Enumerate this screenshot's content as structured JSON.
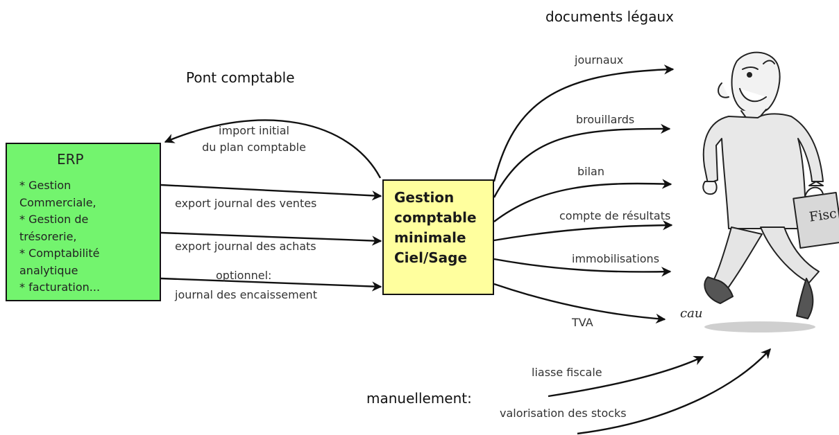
{
  "headings": {
    "documents": "documents légaux",
    "pont": "Pont comptable",
    "manuel": "manuellement:"
  },
  "erp": {
    "title": "ERP",
    "items": [
      "* Gestion",
      "Commerciale,",
      "* Gestion de",
      "trésorerie,",
      "* Comptabilité",
      "analytique",
      "* facturation..."
    ]
  },
  "gestion": {
    "lines": [
      "Gestion",
      "comptable",
      "minimale",
      "Ciel/Sage"
    ]
  },
  "flows": {
    "import_line1": "import initial",
    "import_line2": "du plan comptable",
    "ventes": "export journal des ventes",
    "achats": "export journal des achats",
    "optionnel_line1": "optionnel:",
    "optionnel_line2": "journal des encaissement"
  },
  "outputs": [
    "journaux",
    "brouillards",
    "bilan",
    "compte de résultats",
    "immobilisations",
    "TVA"
  ],
  "manual_outputs": [
    "liasse fiscale",
    "valorisation des stocks"
  ],
  "cartoon": {
    "bag_label": "Fisc",
    "signature": "cau"
  },
  "colors": {
    "erp_fill": "#73f46e",
    "gestion_fill": "#ffff9e"
  }
}
